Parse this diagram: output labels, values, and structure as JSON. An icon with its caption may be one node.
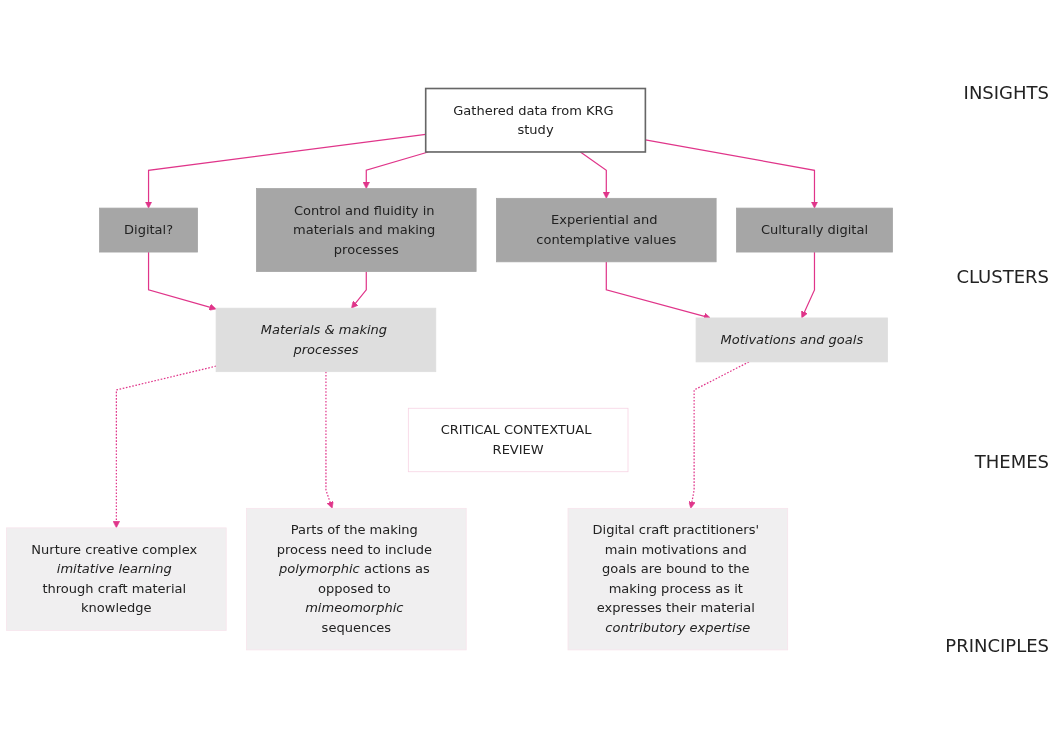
{
  "diagram": {
    "nodes": [
      {
        "text": [
          "Gathered data from KRG study"
        ]
      },
      {
        "text": [
          "Digital?"
        ]
      },
      {
        "text": [
          "Control and fluidity in materials and making processes"
        ]
      },
      {
        "text": [
          "Experiential and contemplative values"
        ]
      },
      {
        "text": [
          "Culturally digital"
        ]
      },
      {
        "text": [
          "Materials & making processes"
        ]
      },
      {
        "text": [
          "Motivations and goals"
        ]
      },
      {
        "text": [
          "CRITICAL CONTEXTUAL REVIEW"
        ]
      },
      {
        "text": [
          "Nurture creative complex *imitative learning* through craft material knowledge"
        ]
      },
      {
        "text": [
          "Parts of the making process need to include *polymorphic* actions as opposed to *mimeomorphic* sequences"
        ]
      },
      {
        "text": [
          "Digital craft practitioners' main motivations and goals are bound to the making process as it expresses their material *contributory expertise*"
        ]
      }
    ],
    "edges": [
      {
        "from": 0,
        "to": 1,
        "arrow": "to"
      },
      {
        "from": 0,
        "to": 2,
        "arrow": "to"
      },
      {
        "from": 0,
        "to": 3,
        "arrow": "to"
      },
      {
        "from": 0,
        "to": 4,
        "arrow": "to"
      },
      {
        "from": 1,
        "to": 5,
        "arrow": "to"
      },
      {
        "from": 2,
        "to": 5,
        "arrow": "to"
      },
      {
        "from": 3,
        "to": 6,
        "arrow": "to"
      },
      {
        "from": 4,
        "to": 6,
        "arrow": "to"
      },
      {
        "from": 5,
        "to": 8,
        "arrow": "to",
        "style": "dashed"
      },
      {
        "from": 5,
        "to": 9,
        "arrow": "to",
        "style": "dashed"
      },
      {
        "from": 6,
        "to": 10,
        "arrow": "to",
        "style": "dashed"
      }
    ],
    "labels": [
      "INSIGHTS",
      "CLUSTERS",
      "THEMES",
      "PRINCIPLES"
    ]
  }
}
